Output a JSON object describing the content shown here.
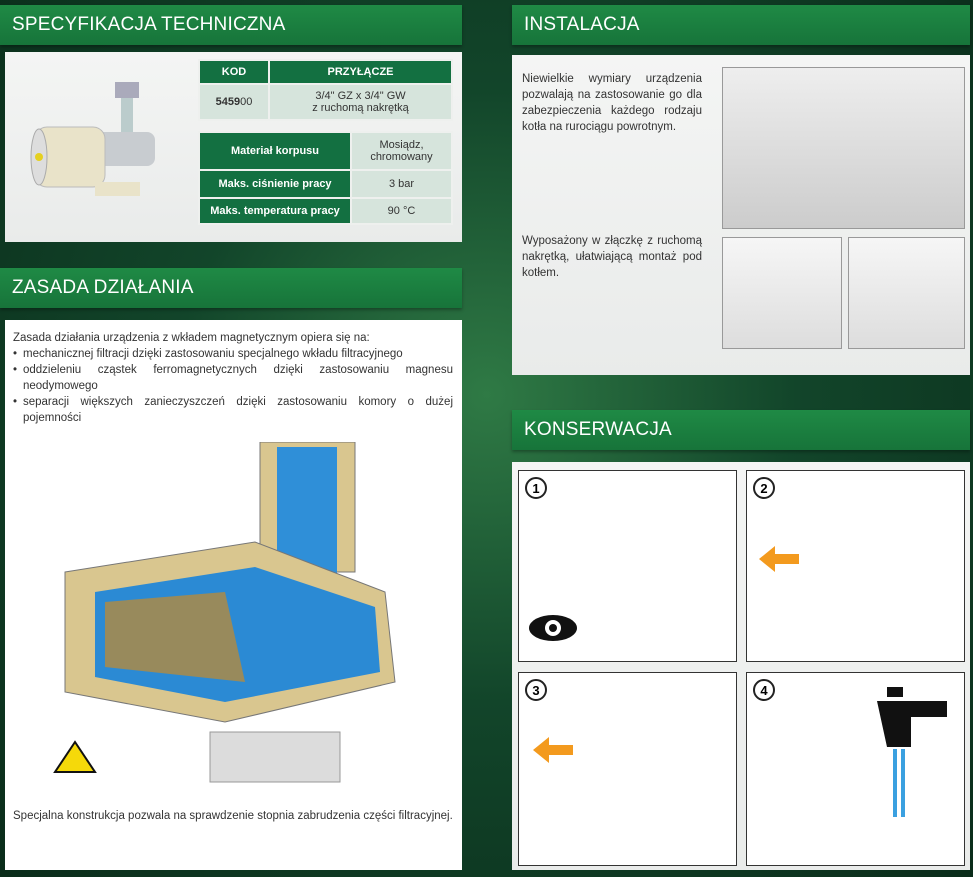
{
  "spec": {
    "title": "SPECYFIKACJA TECHNICZNA",
    "table1": {
      "headers": [
        "KOD",
        "PRZYŁĄCZE"
      ],
      "code_bold": "5459",
      "code_rest": "00",
      "connection": [
        "3/4\" GZ x 3/4\" GW",
        "z ruchomą nakrętką"
      ]
    },
    "table2": [
      {
        "label": "Materiał korpusu",
        "value": [
          "Mosiądz,",
          "chromowany"
        ]
      },
      {
        "label": "Maks. ciśnienie pracy",
        "value": [
          "3 bar"
        ]
      },
      {
        "label": "Maks. temperatura pracy",
        "value": [
          "90 °C"
        ]
      }
    ]
  },
  "principle": {
    "title": "ZASADA DZIAŁANIA",
    "intro": "Zasada działania urządzenia z wkładem magnetycznym opiera się na:",
    "bullets": [
      "mechanicznej filtracji dzięki zastosowaniu specjalnego wkładu filtracyjnego",
      "oddzieleniu cząstek ferromagnetycznych dzięki zastosowaniu magnesu neodymowego",
      "separacji większych zanieczyszczeń dzięki zastosowaniu komory o dużej pojemności"
    ],
    "footer": "Specjalna konstrukcja pozwala na sprawdzenie stopnia zabrudzenia części filtracyjnej."
  },
  "install": {
    "title": "INSTALACJA",
    "text1": "Niewielkie wymiary urządzenia pozwalają na zastosowanie go dla zabezpieczenia każdego rodzaju kotła na rurociągu powrotnym.",
    "text2": "Wyposażony w złączkę z ruchomą nakrętką, ułatwiającą montaż pod kotłem."
  },
  "maint": {
    "title": "KONSERWACJA",
    "steps": [
      "1",
      "2",
      "3",
      "4"
    ]
  },
  "colors": {
    "header": "#1f8a45",
    "table_dark": "#137041",
    "table_light": "#d6e4dc",
    "arrow": "#f39a1e",
    "water": "#3aa0e0"
  }
}
